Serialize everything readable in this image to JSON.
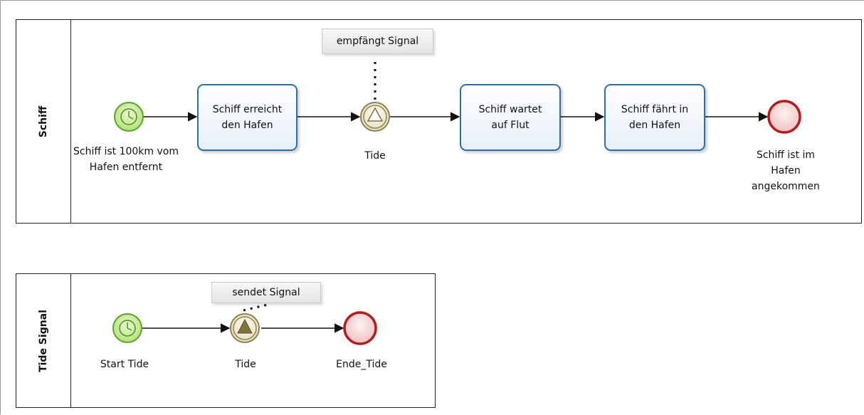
{
  "pools": [
    {
      "name": "Schiff",
      "start_event": "Schiff ist 100km vom\nHafen entfernt",
      "tasks": [
        "Schiff erreicht\nden Hafen",
        "Schiff wartet\nauf Flut",
        "Schiff fährt in\nden Hafen"
      ],
      "catch_event": "Tide",
      "catch_annotation": "empfängt Signal",
      "end_event": "Schiff ist im Hafen\nangekommen"
    },
    {
      "name": "Tide Signal",
      "start_event": "Start Tide",
      "throw_event": "Tide",
      "throw_annotation": "sendet Signal",
      "end_event": "Ende_Tide"
    }
  ],
  "colors": {
    "start_fill": "#c6ea8e",
    "start_stroke": "#5aa52b",
    "intermediate_stroke": "#8c8450",
    "intermediate_fill": "#f0ecd2",
    "signal_fill": "#7e7440",
    "end_fill": "#f6d2d2",
    "end_stroke": "#b31d1d",
    "task_stroke": "#2b6fa3",
    "flow_line": "#111111"
  },
  "icons": {
    "start": "clock-icon",
    "catch": "signal-triangle-outline-icon",
    "throw": "signal-triangle-filled-icon",
    "end": "end-circle-icon"
  }
}
